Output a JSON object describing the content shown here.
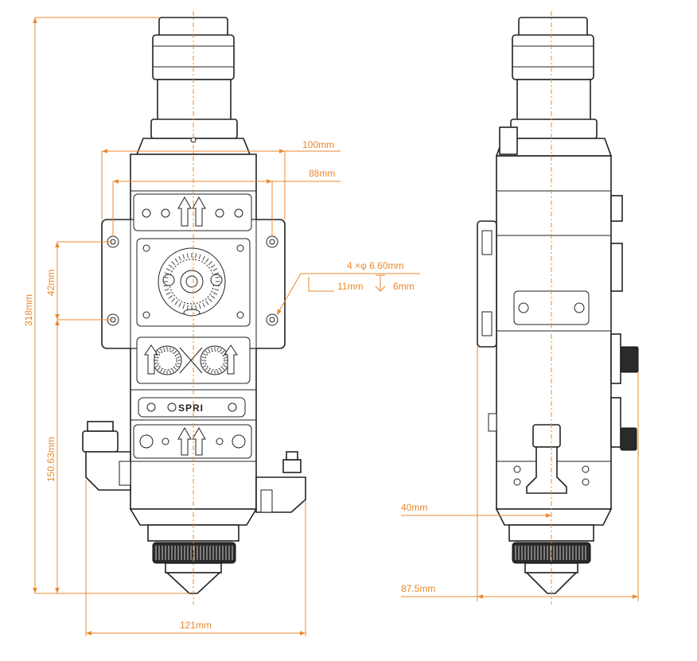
{
  "colors": {
    "dimension": "#e8892f",
    "outline": "#222222",
    "background": "#ffffff"
  },
  "dimensions": {
    "width_100": "100mm",
    "width_88": "88mm",
    "holes": "4 ×φ 6.60mm",
    "hole_depth_11": "11mm",
    "hole_depth_6": "6mm",
    "height_318": "318mm",
    "height_42": "42mm",
    "height_150": "150.63mm",
    "width_121": "121mm",
    "offset_40": "40mm",
    "depth_87_5": "87.5mm"
  },
  "logo": {
    "text": "SPRI"
  }
}
